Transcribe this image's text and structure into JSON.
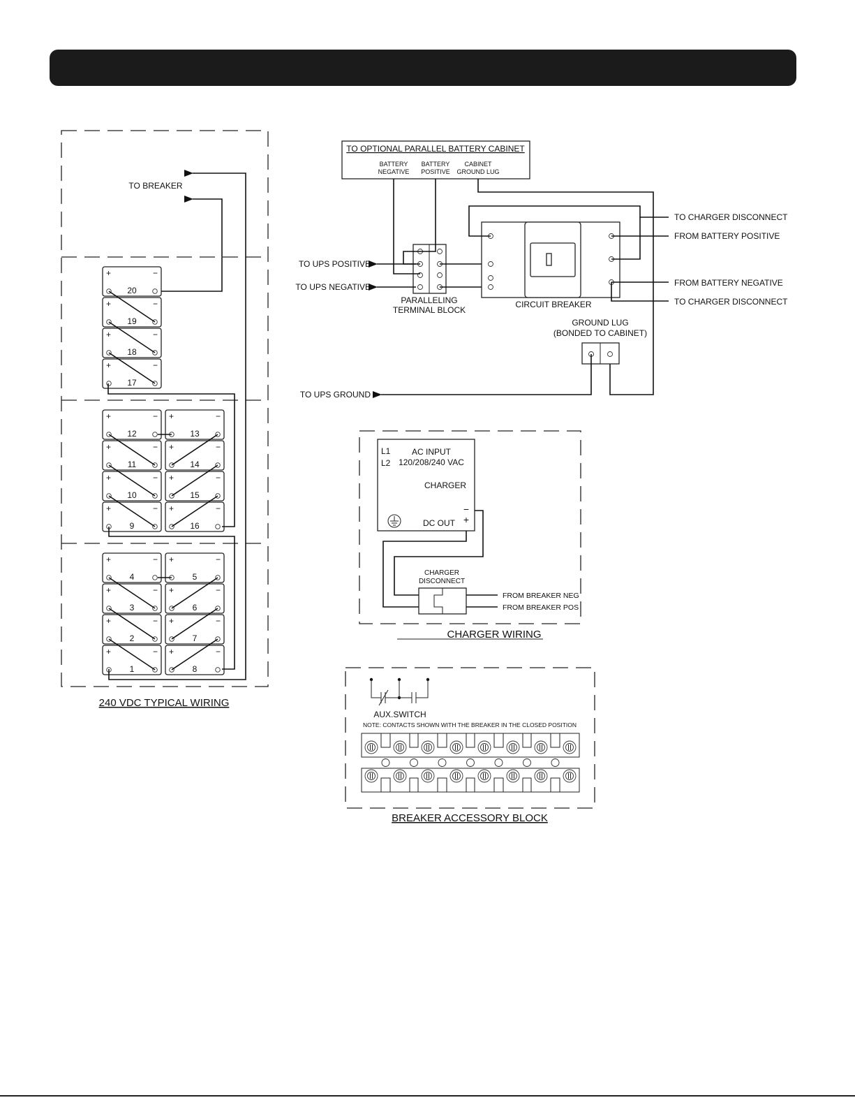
{
  "header": {
    "title": ""
  },
  "battery_wiring": {
    "to_breaker": "TO BREAKER",
    "title": "240 VDC TYPICAL WIRING",
    "plus": "+",
    "minus": "−",
    "battery_numbers": [
      "1",
      "2",
      "3",
      "4",
      "5",
      "6",
      "7",
      "8",
      "9",
      "10",
      "11",
      "12",
      "13",
      "14",
      "15",
      "16",
      "17",
      "18",
      "19",
      "20"
    ]
  },
  "cabinet_wiring": {
    "parallel_cabinet": "TO OPTIONAL PARALLEL BATTERY CABINET",
    "battery_negative": [
      "BATTERY",
      "NEGATIVE"
    ],
    "battery_positive": [
      "BATTERY",
      "POSITIVE"
    ],
    "cabinet_ground_lug": [
      "CABINET",
      "GROUND LUG"
    ],
    "to_ups_positive": "TO UPS POSITIVE",
    "to_ups_negative": "TO UPS NEGATIVE",
    "paralleling_terminal_block": [
      "PARALLELING",
      "TERMINAL BLOCK"
    ],
    "circuit_breaker": "CIRCUIT BREAKER",
    "to_charger_disconnect": "TO CHARGER DISCONNECT",
    "from_battery_positive": "FROM BATTERY POSITIVE",
    "from_battery_negative": "FROM BATTERY NEGATIVE",
    "ground_lug": [
      "GROUND LUG",
      "(BONDED TO CABINET)"
    ],
    "to_ups_ground": "TO UPS GROUND"
  },
  "charger": {
    "l1": "L1",
    "l2": "L2",
    "ac_input": [
      "AC INPUT",
      "120/208/240 VAC"
    ],
    "charger_label": "CHARGER",
    "dc_out": "DC OUT",
    "minus": "−",
    "plus": "+",
    "charger_disconnect": [
      "CHARGER",
      "DISCONNECT"
    ],
    "from_breaker_neg": "FROM BREAKER NEG",
    "from_breaker_pos": "FROM BREAKER POS",
    "title": "CHARGER WIRING"
  },
  "accessory": {
    "aux_switch": "AUX.SWITCH",
    "note": "NOTE: CONTACTS SHOWN WITH THE BREAKER IN THE CLOSED POSITION",
    "title": "BREAKER ACCESSORY BLOCK"
  }
}
